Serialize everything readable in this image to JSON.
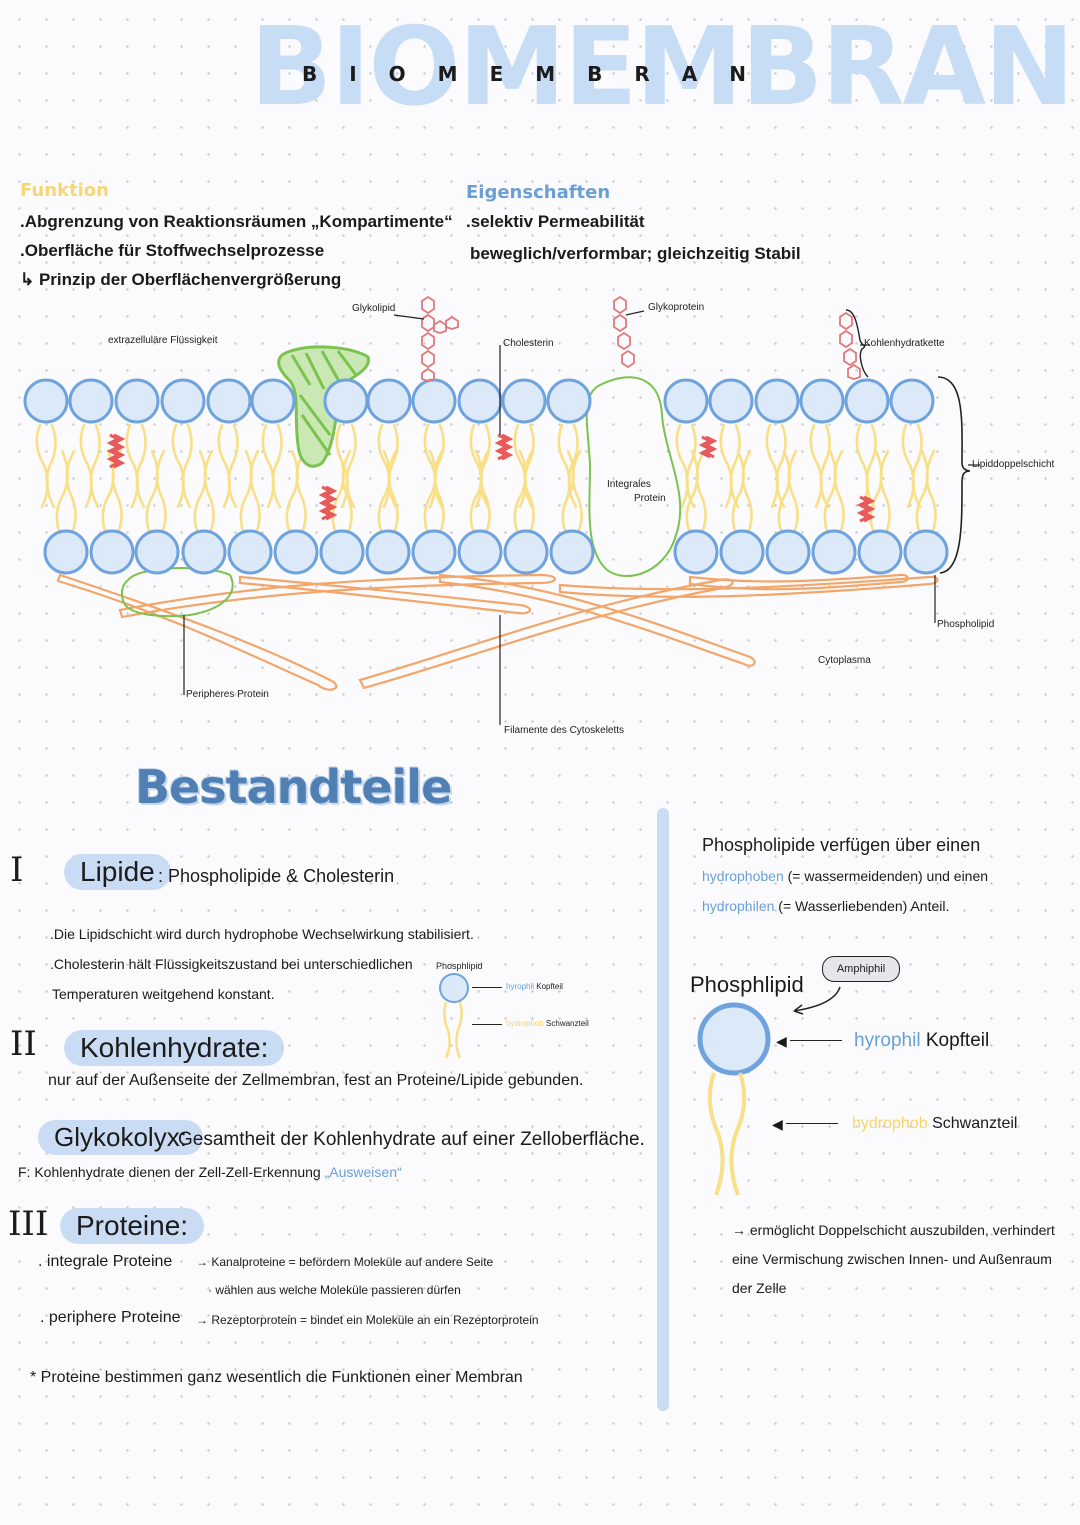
{
  "title": {
    "big": "BIOMEMBRAN",
    "small": "BIOMEMBRAN"
  },
  "funktion": {
    "heading": "Funktion",
    "lines": [
      ".Abgrenzung von Reaktionsräumen „Kompartimente“",
      ".Oberfläche für Stoffwechselprozesse",
      "↳ Prinzip der Oberflächenvergrößerung"
    ]
  },
  "eigenschaften": {
    "heading": "Eigenschaften",
    "lines": [
      ".selektiv Permeabilität",
      "beweglich/verformbar; gleichzeitig Stabil"
    ]
  },
  "diagram": {
    "labels": {
      "extra": "extrazelluläre Flüssigkeit",
      "glykolipid": "Glykolipid",
      "cholesterin": "Cholesterin",
      "glykoprotein": "Glykoprotein",
      "kohlenhydratkette": "Kohlenhydratkette",
      "lipiddoppelschicht": "Lipiddoppelschicht",
      "integrales1": "Integrales",
      "integrales2": "Protein",
      "phospholipid": "Phospholipid",
      "cytoplasma": "Cytoplasma",
      "peripheres": "Peripheres Protein",
      "filamente": "Filamente des Cytoskeletts"
    },
    "colors": {
      "head": "#dce9f8",
      "head_stroke": "#6fa3de",
      "tail": "#f8df88",
      "cholesterol": "#e85a5a",
      "protein": "#7cc24e",
      "filament": "#f2a66a",
      "sugar": "#e07a7a"
    }
  },
  "bestandteile": {
    "heading": "Bestandteile",
    "lipide": {
      "numeral": "I",
      "title": "Lipide",
      "subtitle": ": Phospholipide & Cholesterin",
      "lines": [
        ".Die Lipidschicht wird durch hydrophobe Wechselwirkung stabilisiert.",
        ".Cholesterin hält Flüssigkeitszustand bei unterschiedlichen",
        "Temperaturen weitgehend konstant."
      ],
      "mini": {
        "title": "Phosphlipid",
        "head_a": "hyrophil",
        "head_b": "Kopfteil",
        "tail_a": "hydrophob",
        "tail_b": "Schwanzteil"
      }
    },
    "kohlenhydrate": {
      "numeral": "II",
      "title": "Kohlenhydrate:",
      "line": "nur auf der Außenseite der Zellmembran, fest an Proteine/Lipide gebunden.",
      "glyko_title": "Glykokolyx:",
      "glyko_text": "Gesamtheit der Kohlenhydrate auf einer Zelloberfläche.",
      "f_line": "F: Kohlenhydrate dienen der Zell-Zell-Erkennung",
      "f_highlight": "„Ausweisen“"
    },
    "proteine": {
      "numeral": "III",
      "title": "Proteine:",
      "integral_label": ". integrale Proteine",
      "integral_1": "Kanalproteine = befördern Moleküle auf andere Seite",
      "integral_2": "· wählen aus welche Moleküle passieren dürfen",
      "periphere_label": ". periphere Proteine",
      "periphere_1": "Rezeptorprotein = bindet ein Moleküle an ein Rezeptorprotein",
      "note": "* Proteine bestimmen ganz wesentlich die Funktionen einer Membran"
    }
  },
  "right": {
    "line1": "Phospholipide verfügen über einen",
    "line2_a": "hydrophoben",
    "line2_b": "(= wassermeidenden) und einen",
    "line3_a": "hydrophilen",
    "line3_b": "(= Wasserliebenden) Anteil.",
    "phos_title": "Phosphlipid",
    "amphiphil": "Amphiphil",
    "head_a": "hyrophil",
    "head_b": "Kopfteil",
    "tail_a": "hydrophob",
    "tail_b": "Schwanzteil",
    "result_1": "→ ermöglicht Doppelschicht auszubilden, verhindert",
    "result_2": "eine Vermischung zwischen Innen- und Außenraum",
    "result_3": "der Zelle"
  }
}
